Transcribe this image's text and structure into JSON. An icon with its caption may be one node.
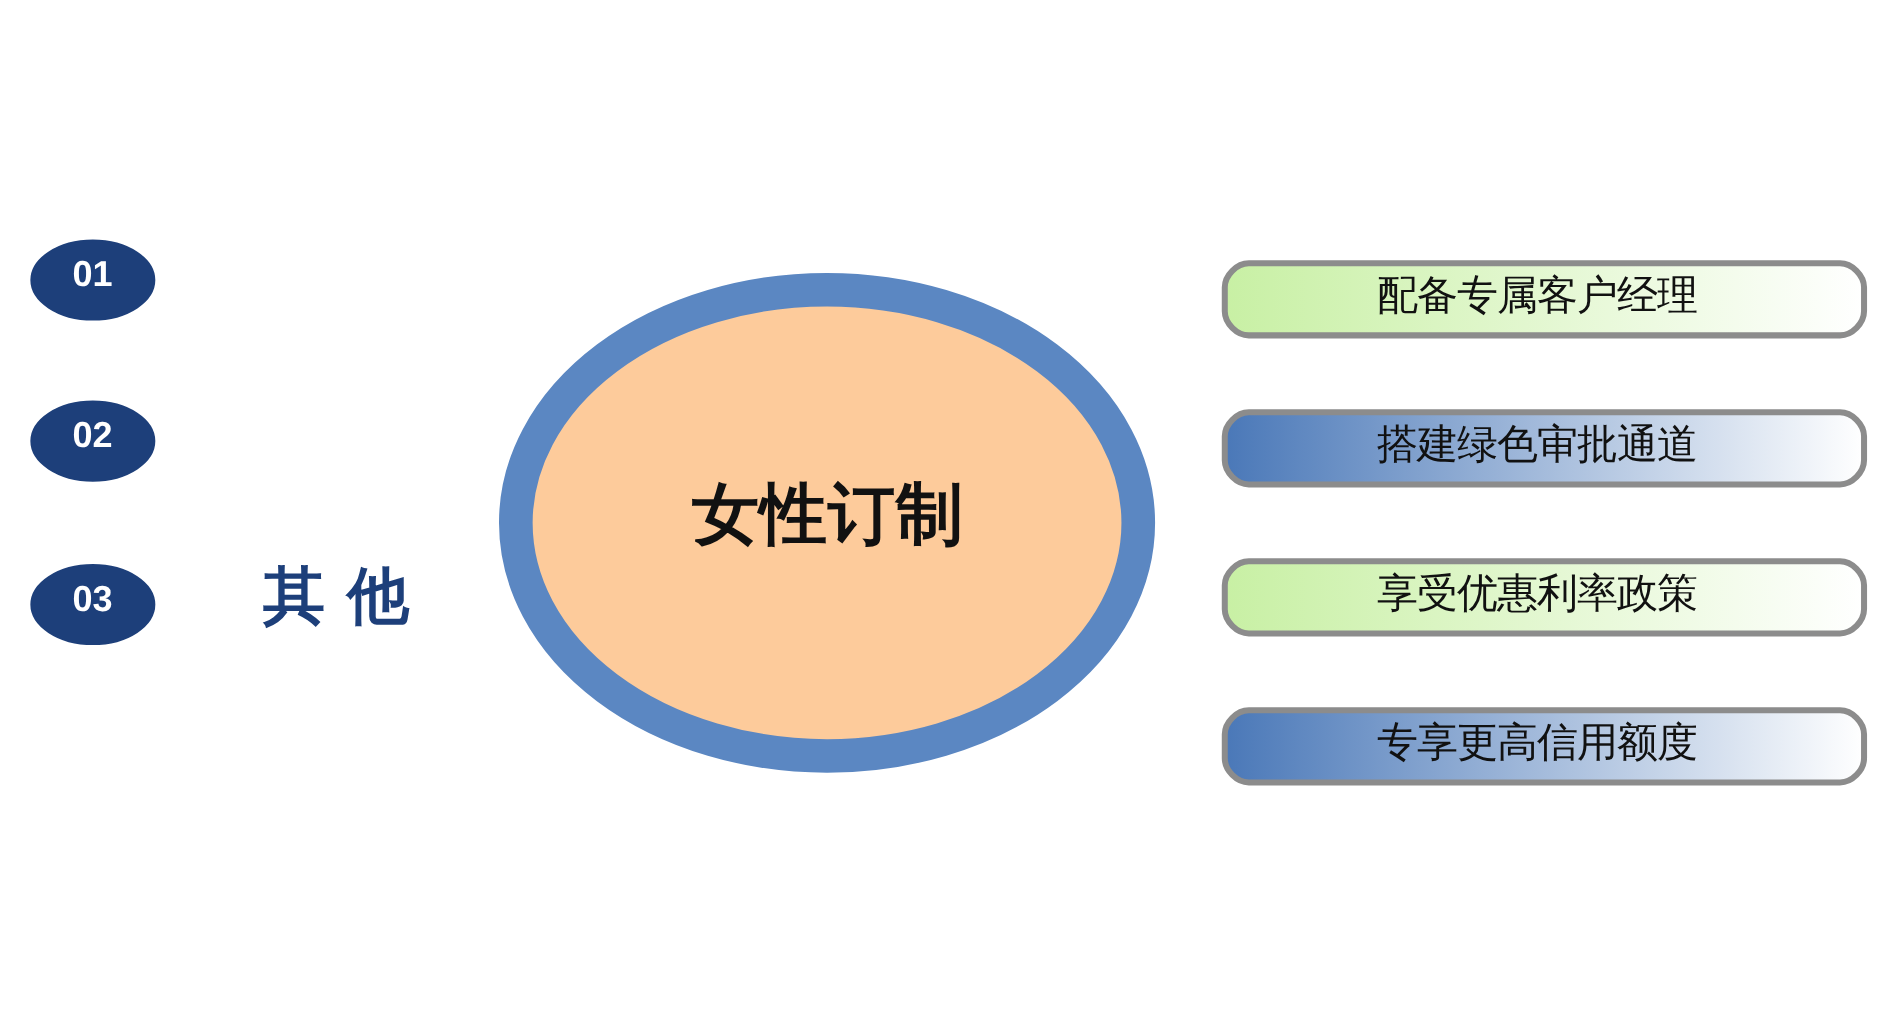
{
  "diagram": {
    "nodes": [
      {
        "text": [
          "01"
        ]
      },
      {
        "text": [
          "02"
        ]
      },
      {
        "text": [
          "03"
        ],
        "beside": [
          "其 他"
        ]
      },
      {
        "text": [
          "女性订制"
        ]
      },
      {
        "text": [
          "配备专属客户经理"
        ]
      },
      {
        "text": [
          "搭建绿色审批通道"
        ]
      },
      {
        "text": [
          "享受优惠利率政策"
        ]
      },
      {
        "text": [
          "专享更高信用额度"
        ]
      }
    ]
  }
}
